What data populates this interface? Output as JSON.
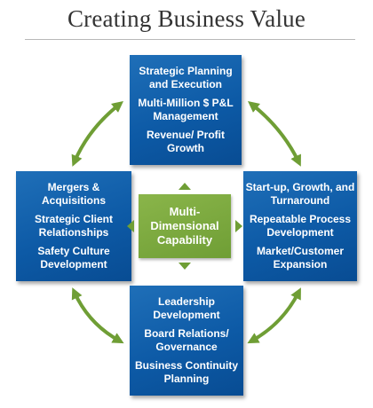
{
  "title": "Creating Business Value",
  "center": {
    "label": [
      "Multi-",
      "Dimensional",
      "Capability"
    ]
  },
  "boxes": {
    "top": [
      "Strategic Planning and Execution",
      "Multi-Million $ P&L Management",
      "Revenue/ Profit Growth"
    ],
    "left": [
      "Mergers & Acquisitions",
      "Strategic Client Relationships",
      "Safety Culture Development"
    ],
    "right": [
      "Start-up, Growth, and Turnaround",
      "Repeatable Process Development",
      "Market/Customer Expansion"
    ],
    "bottom": [
      "Leadership Development",
      "Board Relations/ Governance",
      "Business Continuity Planning"
    ]
  },
  "colors": {
    "box_blue": "#0d5aa6",
    "center_green": "#7aa83e",
    "arrow_green": "#6f9e35"
  }
}
